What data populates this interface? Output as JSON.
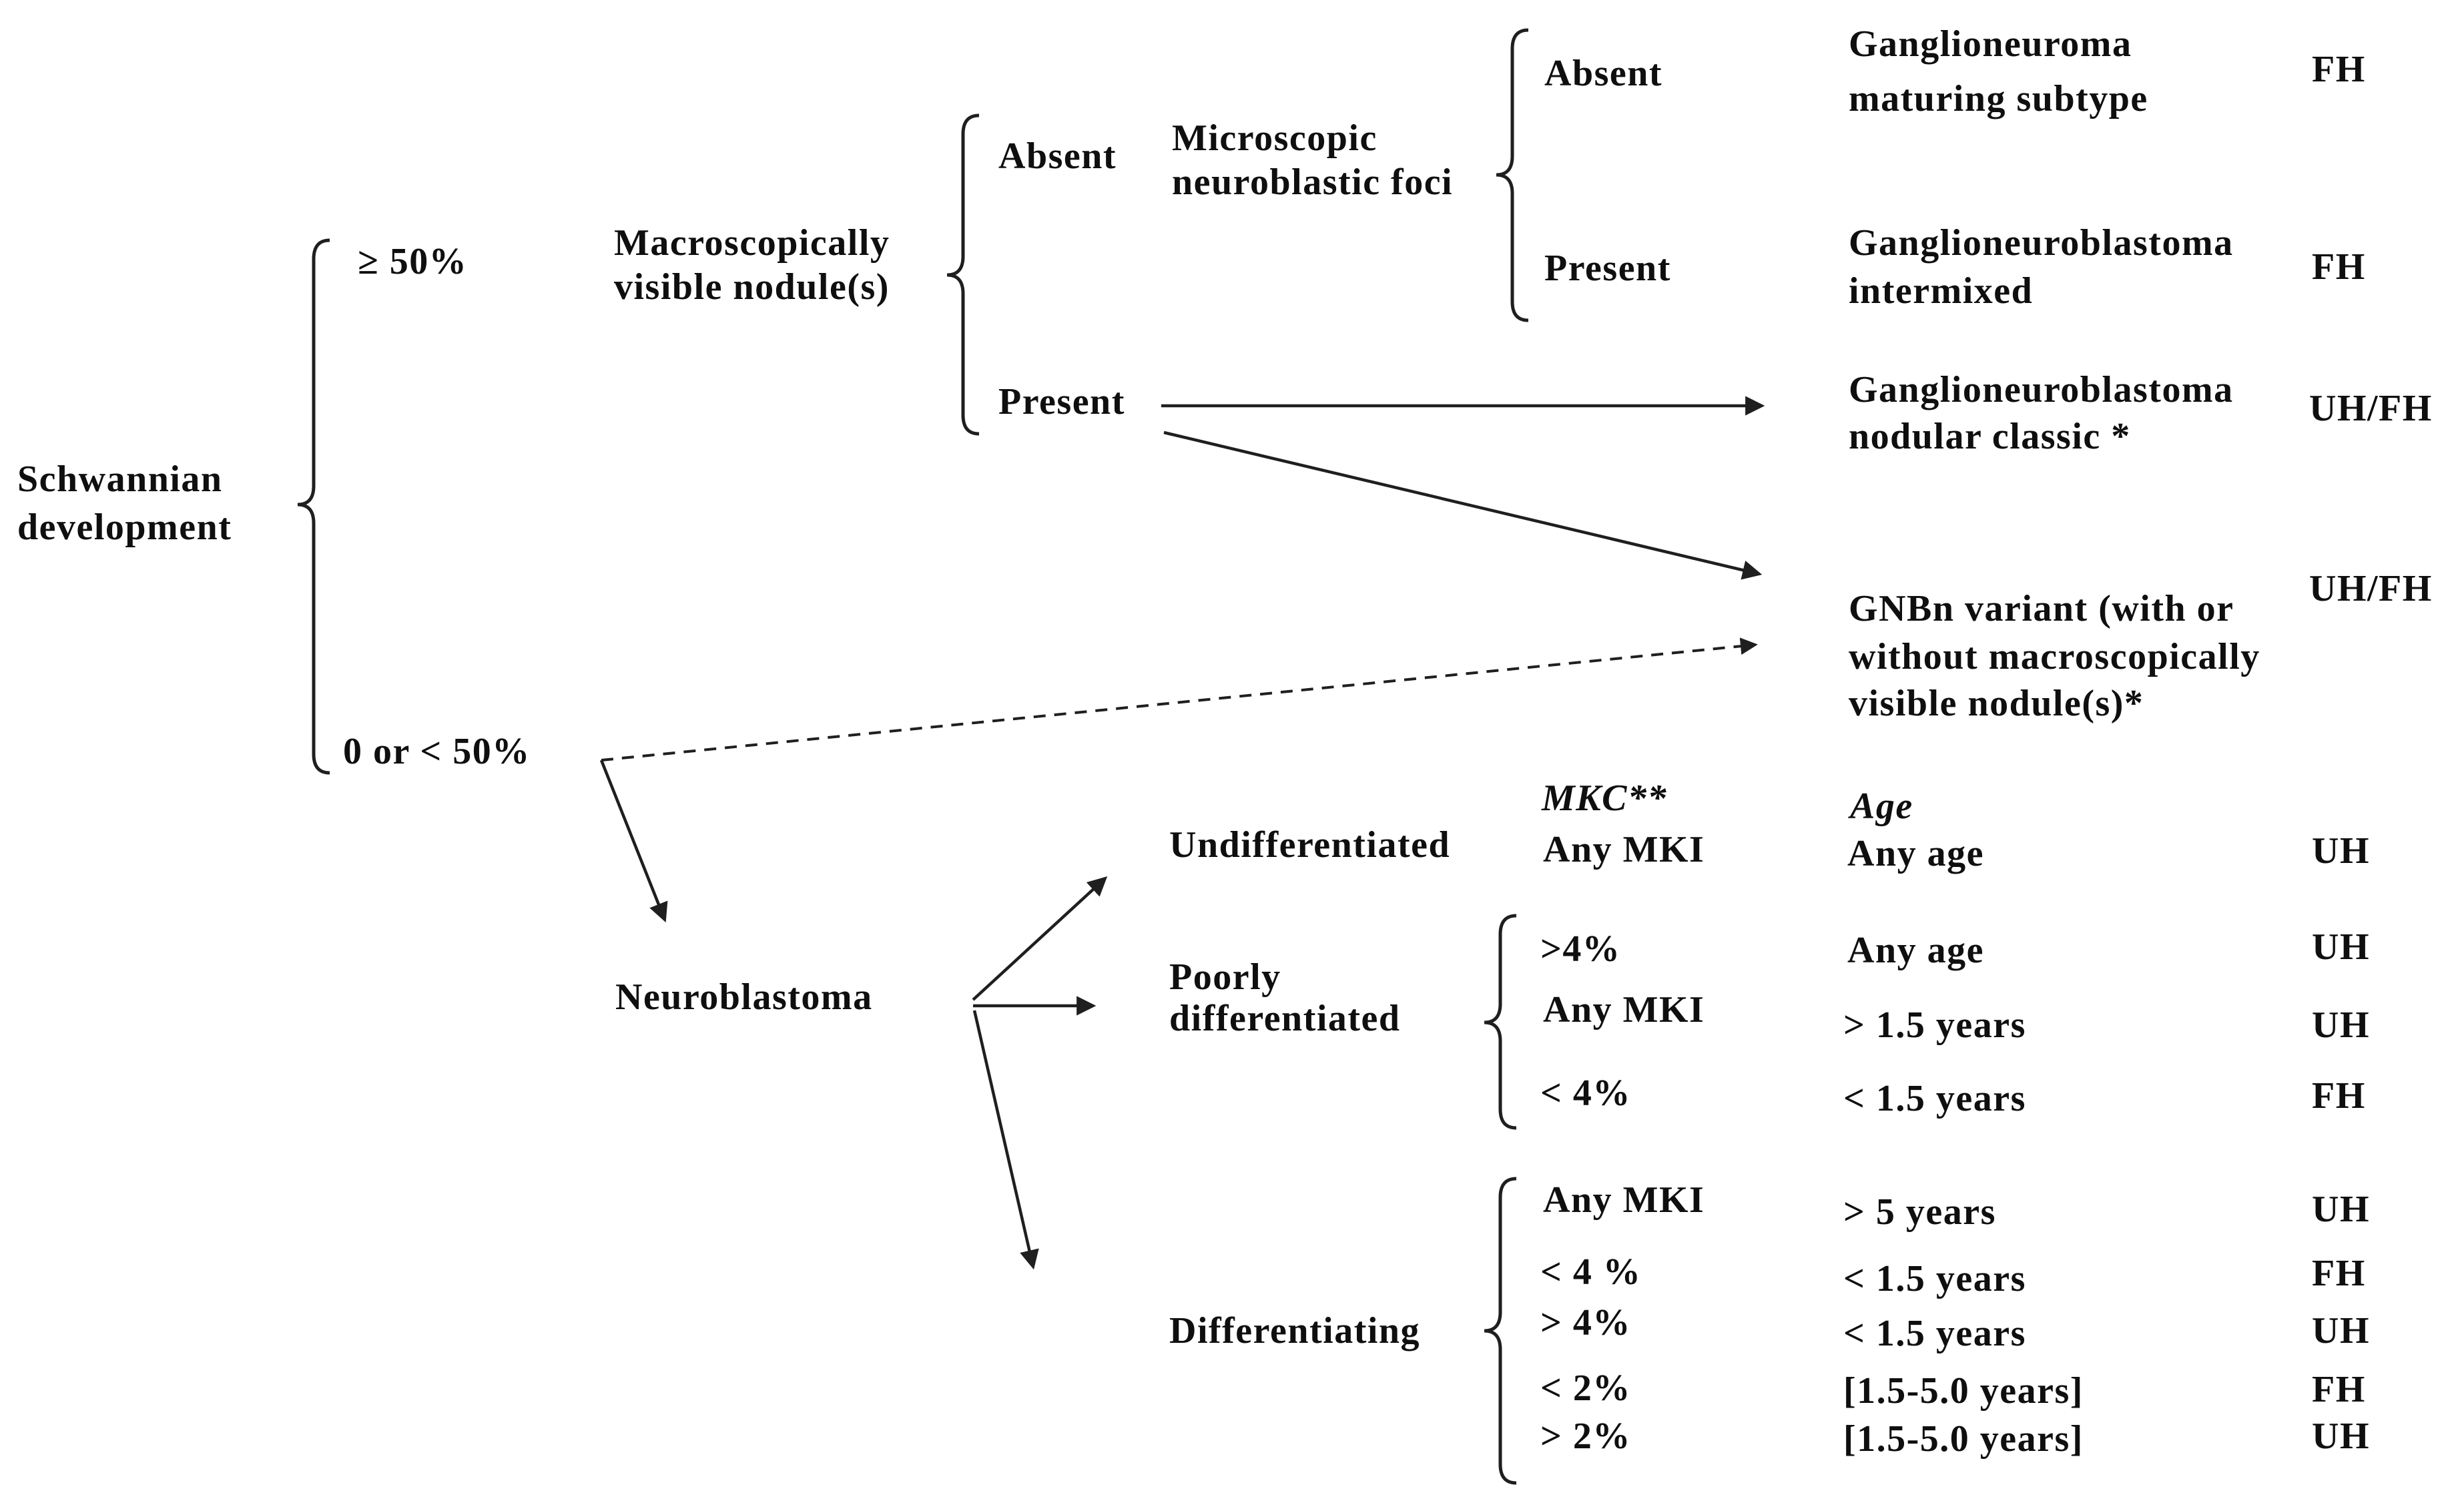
{
  "figure": {
    "colors": {
      "text": "#0f0f0f",
      "line": "#1f1f1f",
      "background": "#ffffff"
    },
    "root": {
      "line1": "Schwannian",
      "line2": "development"
    },
    "branches": {
      "ge50": "≥ 50%",
      "lt50": "0 or < 50%"
    },
    "macro_nodule": {
      "line1": "Macroscopically",
      "line2": "visible nodule(s)",
      "absent": "Absent",
      "present": "Present"
    },
    "micro_foci": {
      "line1": "Microscopic",
      "line2": "neuroblastic foci",
      "absent": "Absent",
      "present": "Present"
    },
    "outcomes": {
      "ganglioneuroma": {
        "line1": "Ganglioneuroma",
        "line2": "maturing subtype",
        "prognosis": "FH"
      },
      "gnb_intermixed": {
        "line1": "Ganglioneuroblastoma",
        "line2": "intermixed",
        "prognosis": "FH"
      },
      "gnb_nodular": {
        "line1": "Ganglioneuroblastoma",
        "line2": "nodular classic *",
        "prognosis": "UH/FH"
      },
      "gnbn_variant": {
        "line1": "GNBn variant (with or",
        "line2": "without macroscopically",
        "line3": "visible nodule(s)*",
        "prognosis": "UH/FH"
      }
    },
    "neuroblastoma": {
      "label": "Neuroblastoma",
      "headers": {
        "mki": "MKC**",
        "age": "Age"
      },
      "undifferentiated": {
        "label": "Undifferentiated",
        "rows": [
          {
            "mki": "Any MKI",
            "age": "Any age",
            "prognosis": "UH"
          }
        ]
      },
      "poorly": {
        "line1": "Poorly",
        "line2": "differentiated",
        "rows": [
          {
            "mki": ">4%",
            "age": "Any age",
            "prognosis": "UH"
          },
          {
            "mki": "Any MKI",
            "age": "> 1.5 years",
            "prognosis": "UH"
          },
          {
            "mki": "< 4%",
            "age": "< 1.5 years",
            "prognosis": "FH"
          }
        ]
      },
      "differentiating": {
        "label": "Differentiating",
        "rows": [
          {
            "mki": "Any MKI",
            "age": "> 5 years",
            "prognosis": "UH"
          },
          {
            "mki": "< 4 %",
            "age": "< 1.5 years",
            "prognosis": "FH"
          },
          {
            "mki": "> 4%",
            "age": "< 1.5 years",
            "prognosis": "UH"
          },
          {
            "mki": "< 2%",
            "age": "[1.5-5.0 years]",
            "prognosis": "FH"
          },
          {
            "mki": "> 2%",
            "age": "[1.5-5.0 years]",
            "prognosis": "UH"
          }
        ]
      }
    }
  }
}
